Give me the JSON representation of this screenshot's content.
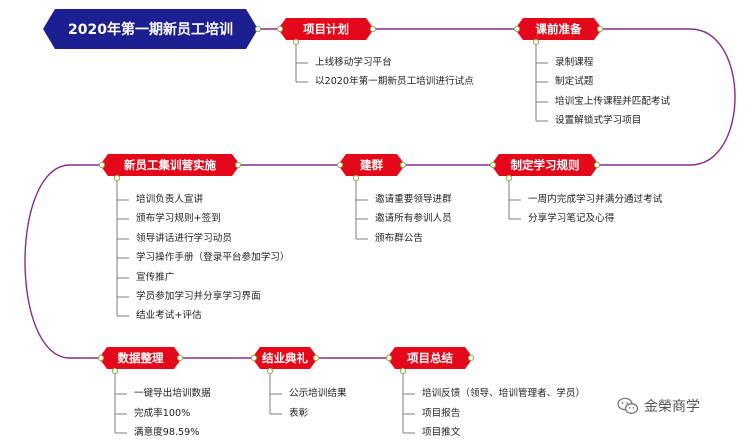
{
  "colors": {
    "root_fill": "#1c1f8f",
    "node_fill": "#e5081a",
    "connector": "#8b2a8b",
    "bracket": "#7f7f7f",
    "dot_border": "#8fae4a",
    "text": "#222222"
  },
  "root": {
    "title": "2020年第一期新员工培训"
  },
  "nodes": [
    {
      "id": "plan",
      "title": "项目计划",
      "items": [
        "上线移动学习平台",
        "以2020年第一期新员工培训进行试点"
      ]
    },
    {
      "id": "prep",
      "title": "课前准备",
      "items": [
        "录制课程",
        "制定试题",
        "培训宝上传课程并匹配考试",
        "设置解锁式学习项目"
      ]
    },
    {
      "id": "rules",
      "title": "制定学习规则",
      "items": [
        "一周内完成学习并满分通过考试",
        "分享学习笔记及心得"
      ]
    },
    {
      "id": "group",
      "title": "建群",
      "items": [
        "邀请重要领导进群",
        "邀请所有参训人员",
        "颁布群公告"
      ]
    },
    {
      "id": "implement",
      "title": "新员工集训营实施",
      "items": [
        "培训负责人宣讲",
        "颁布学习规则+签到",
        "领导讲话进行学习动员",
        "学习操作手册（登录平台参加学习）",
        "宣传推广",
        "学员参加学习并分享学习界面",
        "结业考试+评估"
      ]
    },
    {
      "id": "data",
      "title": "数据整理",
      "items": [
        "一键导出培训数据",
        "完成率100%",
        "满意度98.59%"
      ]
    },
    {
      "id": "ceremony",
      "title": "结业典礼",
      "items": [
        "公示培训结果",
        "表彰"
      ]
    },
    {
      "id": "summary",
      "title": "项目总结",
      "items": [
        "培训反馈（领导、培训管理者、学员）",
        "项目报告",
        "项目推文"
      ]
    }
  ],
  "watermark": {
    "icon": "wechat-icon",
    "text": "金榮商学"
  }
}
